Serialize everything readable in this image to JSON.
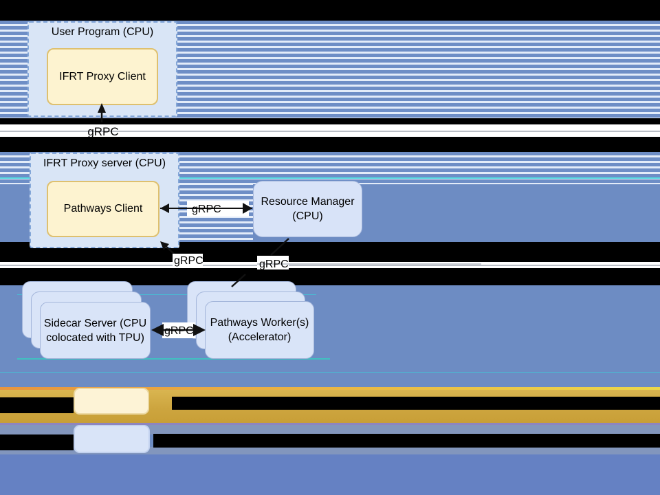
{
  "diagram": {
    "nodes": {
      "user_program": {
        "title": "User Program (CPU)"
      },
      "ifrt_proxy_client": {
        "label": "IFRT Proxy Client"
      },
      "ifrt_proxy_server": {
        "title": "IFRT Proxy server (CPU)"
      },
      "pathways_client": {
        "label": "Pathways Client"
      },
      "resource_manager": {
        "line1": "Resource Manager",
        "line2": "(CPU)"
      },
      "sidecar_server": {
        "line1": "Sidecar Server (CPU",
        "line2": "colocated with TPU)"
      },
      "pathways_worker": {
        "line1": "Pathways Worker(s)",
        "line2": "(Accelerator)"
      }
    },
    "edges": [
      {
        "from": "IFRT Proxy server (CPU)",
        "to": "IFRT Proxy Client",
        "label": "gRPC"
      },
      {
        "from": "Resource Manager (CPU)",
        "to": "Pathways Client",
        "label": "gRPC",
        "bidirectional": true
      },
      {
        "from": "Sidecar Server",
        "to": "Pathways Client",
        "label": "gRPC"
      },
      {
        "from": "Resource Manager (CPU)",
        "to": "Pathways Worker(s)",
        "label": "gRPC"
      },
      {
        "from": "Sidecar Server",
        "to": "Pathways Worker(s)",
        "label": "gRPC",
        "bidirectional": true
      }
    ]
  },
  "legend": {
    "items": [
      {
        "swatch_color": "#fdf3d6",
        "label": ""
      },
      {
        "swatch_color": "#d9e4f8",
        "label": ""
      }
    ]
  },
  "colors": {
    "stripe_blue": "#6e8ec6",
    "stripe_gap": "#e3ecf9",
    "solid_blue": "#6d8cc3",
    "gold_band": "#cda53f",
    "orange_line": "#e8953e",
    "purple_line": "#8d85c0",
    "cyan_line": "#38d3da",
    "node_yellow_fill": "#fdf3d0",
    "node_blue_fill": "#d8e3f8",
    "dashed_box_fill": "#d9e5f6",
    "dashed_box_border": "#84a7d8"
  }
}
